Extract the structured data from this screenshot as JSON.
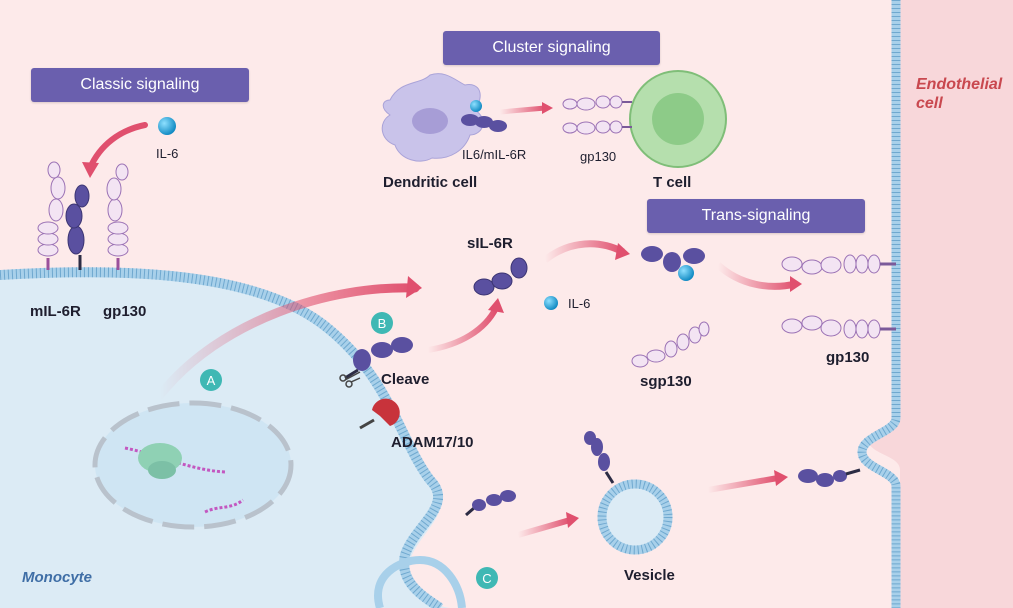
{
  "banners": {
    "classic": "Classic signaling",
    "cluster": "Cluster signaling",
    "trans": "Trans-signaling"
  },
  "cells": {
    "monocyte": "Monocyte",
    "endothelial_line1": "Endothelial",
    "endothelial_line2": "cell",
    "dendritic": "Dendritic cell",
    "tcell": "T cell",
    "vesicle": "Vesicle"
  },
  "labels": {
    "il6_classic": "IL-6",
    "mil6r": "mIL-6R",
    "gp130_classic": "gp130",
    "il6_mil6r": "IL6/mIL-6R",
    "gp130_cluster": "gp130",
    "sil6r": "sIL-6R",
    "il6_trans": "IL-6",
    "cleave": "Cleave",
    "adam": "ADAM17/10",
    "sgp130": "sgp130",
    "gp130_endo": "gp130"
  },
  "badges": {
    "a": "A",
    "b": "B",
    "c": "C"
  },
  "colors": {
    "background": "#fdeaea",
    "monocyte_fill": "#dcebf5",
    "endothelial_fill": "#f8d7da",
    "banner": "#6a5fae",
    "receptor_dark": "#5a50a0",
    "receptor_light": "#f3e4f3",
    "il6": "#1aa0d8",
    "arrow": "#e0506e",
    "badge": "#3fb8b4"
  }
}
